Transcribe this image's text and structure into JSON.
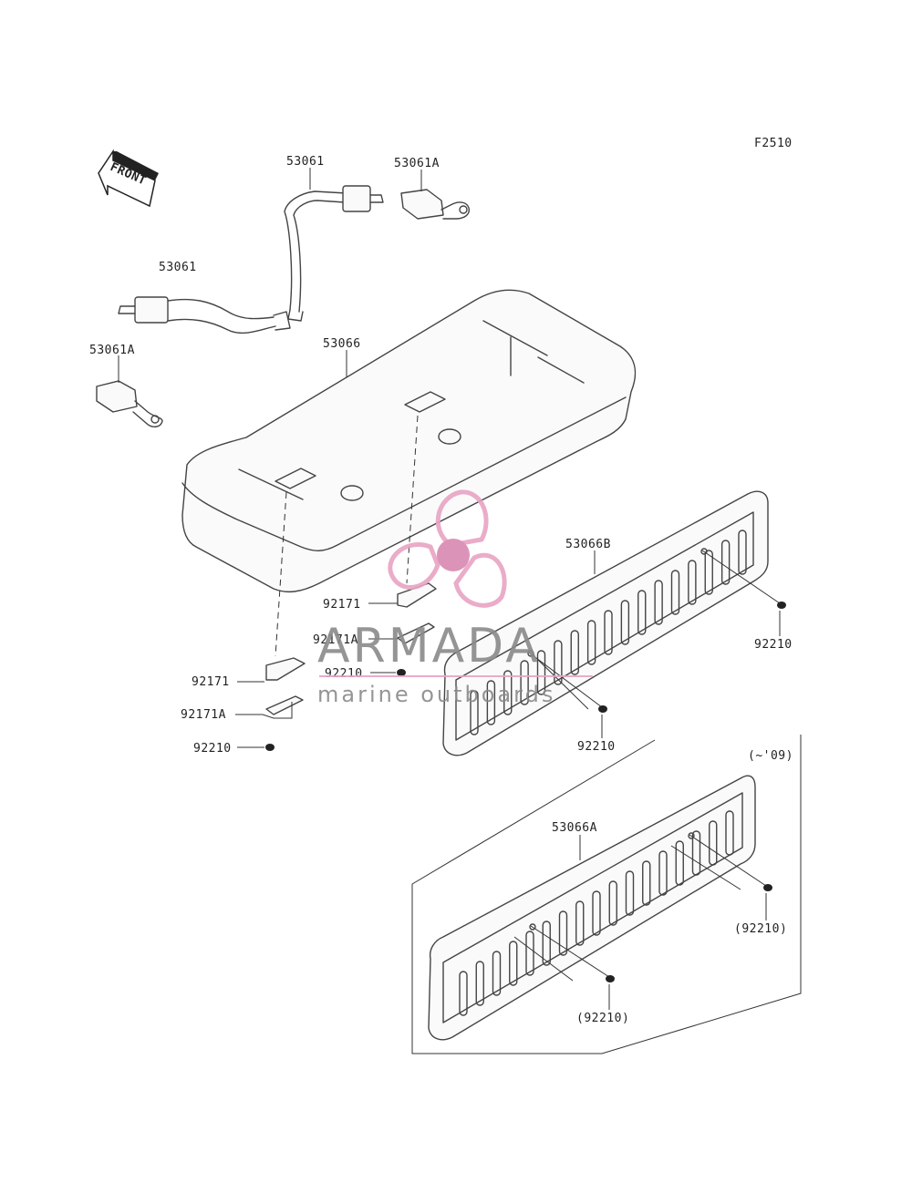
{
  "diagram": {
    "figure_code": "F2510",
    "front_label": "FRONT",
    "version_note": "(~'09)",
    "callouts": {
      "belt_retractor_right": "53061",
      "buckle_right": "53061A",
      "belt_retractor_left": "53061",
      "buckle_left": "53061A",
      "seat": "53066",
      "bracket_a": "92171",
      "bracket_a2": "92171A",
      "nut_a": "92210",
      "bracket_b": "92171",
      "bracket_b2": "92171A",
      "nut_b": "92210",
      "backrest_b": "53066B",
      "nut_backrest_b_right": "92210",
      "nut_backrest_b_center": "92210",
      "backrest_a": "53066A",
      "nut_backrest_a_right": "(92210)",
      "nut_backrest_a_center": "(92210)"
    }
  },
  "watermark": {
    "brand": "ARMADA",
    "tagline": "marine outboards",
    "logo_color": "#e8a4c4",
    "logo_color_dark": "#d889b0"
  }
}
